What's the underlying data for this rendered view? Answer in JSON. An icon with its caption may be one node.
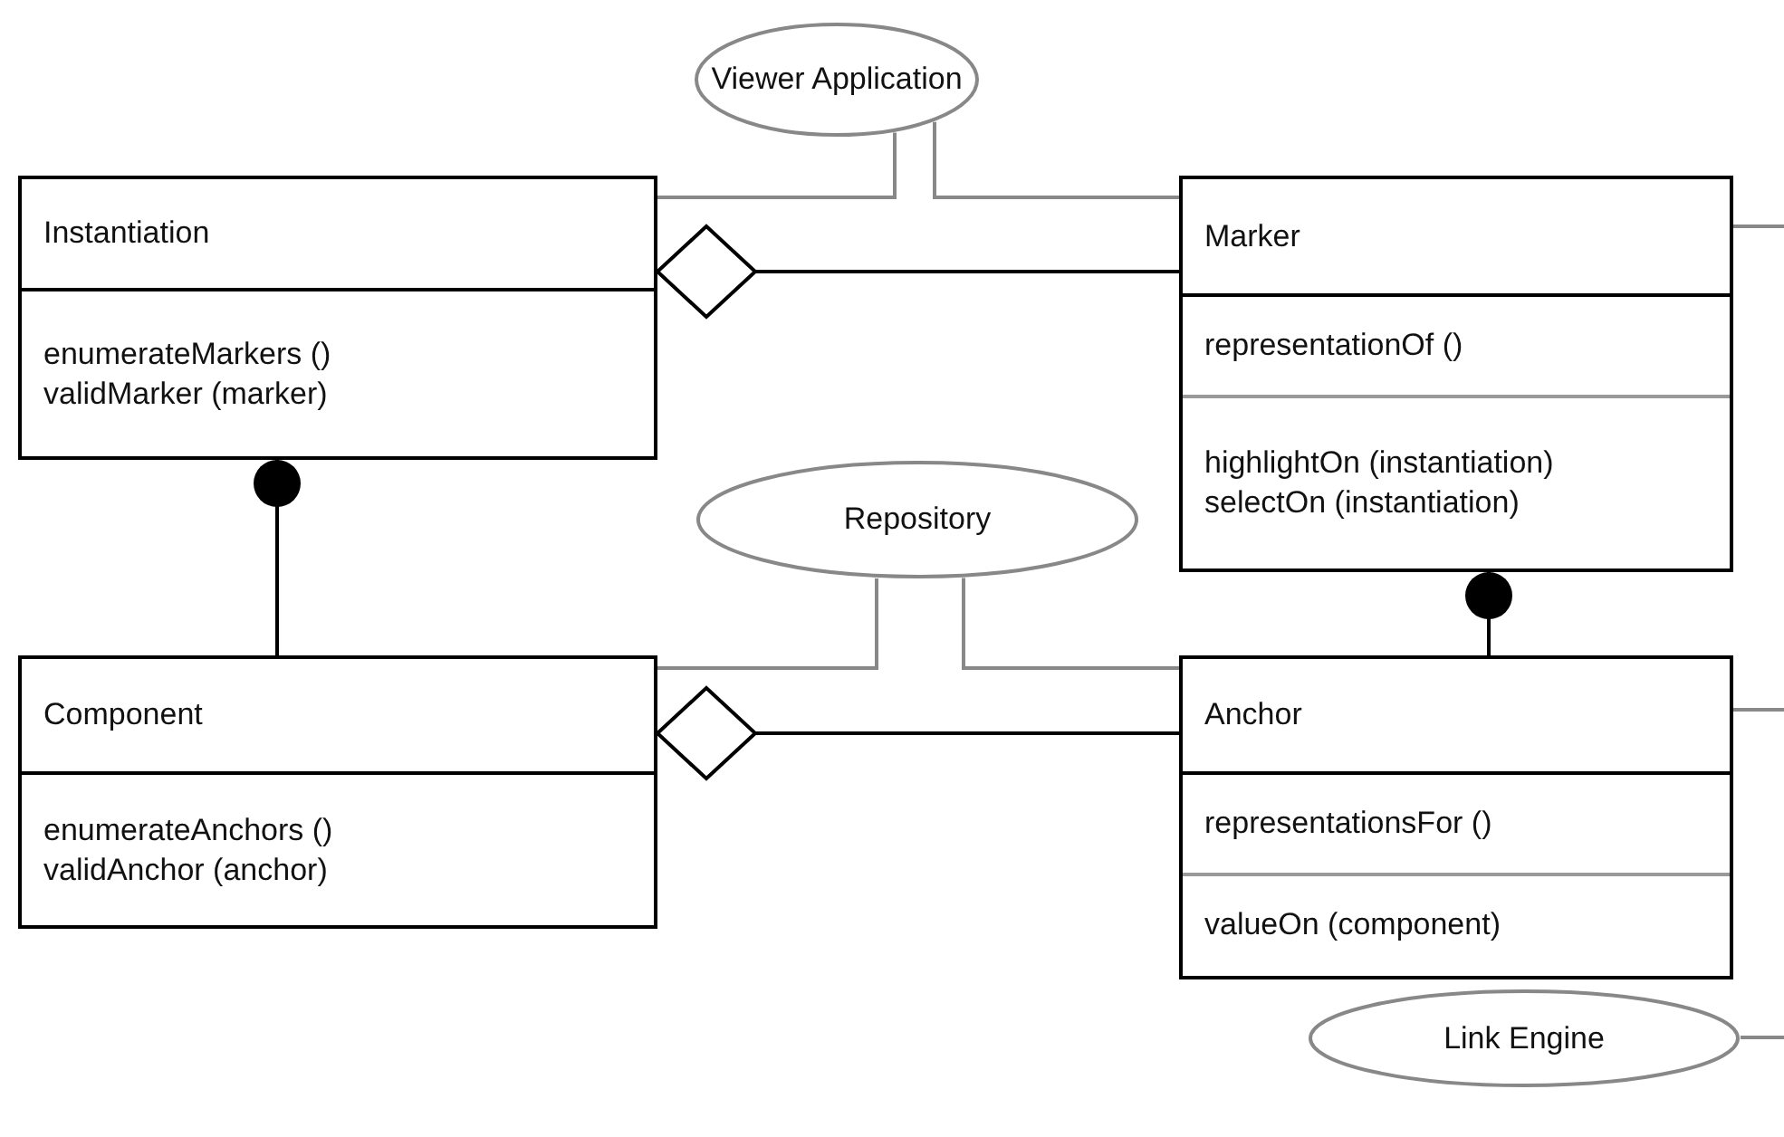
{
  "diagram": {
    "nodes": [
      {
        "text": [
          "Viewer Application"
        ]
      },
      {
        "text": [
          "Instantiation",
          "enumerateMarkers () validMarker (marker)"
        ]
      },
      {
        "text": [
          "Marker",
          "representationOf ()",
          "highlightOn (instantiation) selectOn (instantiation)"
        ]
      },
      {
        "text": [
          "Repository"
        ]
      },
      {
        "text": [
          "Component",
          "enumerateAnchors () validAnchor (anchor)"
        ]
      },
      {
        "text": [
          "Anchor",
          "representationsFor ()",
          "valueOn (component)"
        ]
      },
      {
        "text": [
          "Link Engine"
        ]
      }
    ],
    "edges": [
      {
        "from": 0,
        "to": 1,
        "arrow": "none"
      },
      {
        "from": 0,
        "to": 2,
        "arrow": "none"
      },
      {
        "from": 2,
        "to": 1,
        "arrow": "other",
        "color": "#000000"
      },
      {
        "from": 3,
        "to": 4,
        "arrow": "none"
      },
      {
        "from": 3,
        "to": 5,
        "arrow": "none"
      },
      {
        "from": 4,
        "to": 1,
        "arrow": "other",
        "color": "#000000"
      },
      {
        "from": 5,
        "to": 2,
        "arrow": "other",
        "color": "#000000"
      },
      {
        "from": 5,
        "to": 4,
        "arrow": "other",
        "color": "#000000"
      },
      {
        "from": 2,
        "to": null,
        "arrow": "none"
      },
      {
        "from": 5,
        "to": null,
        "arrow": "none"
      },
      {
        "from": 6,
        "to": null,
        "arrow": "none"
      }
    ]
  }
}
